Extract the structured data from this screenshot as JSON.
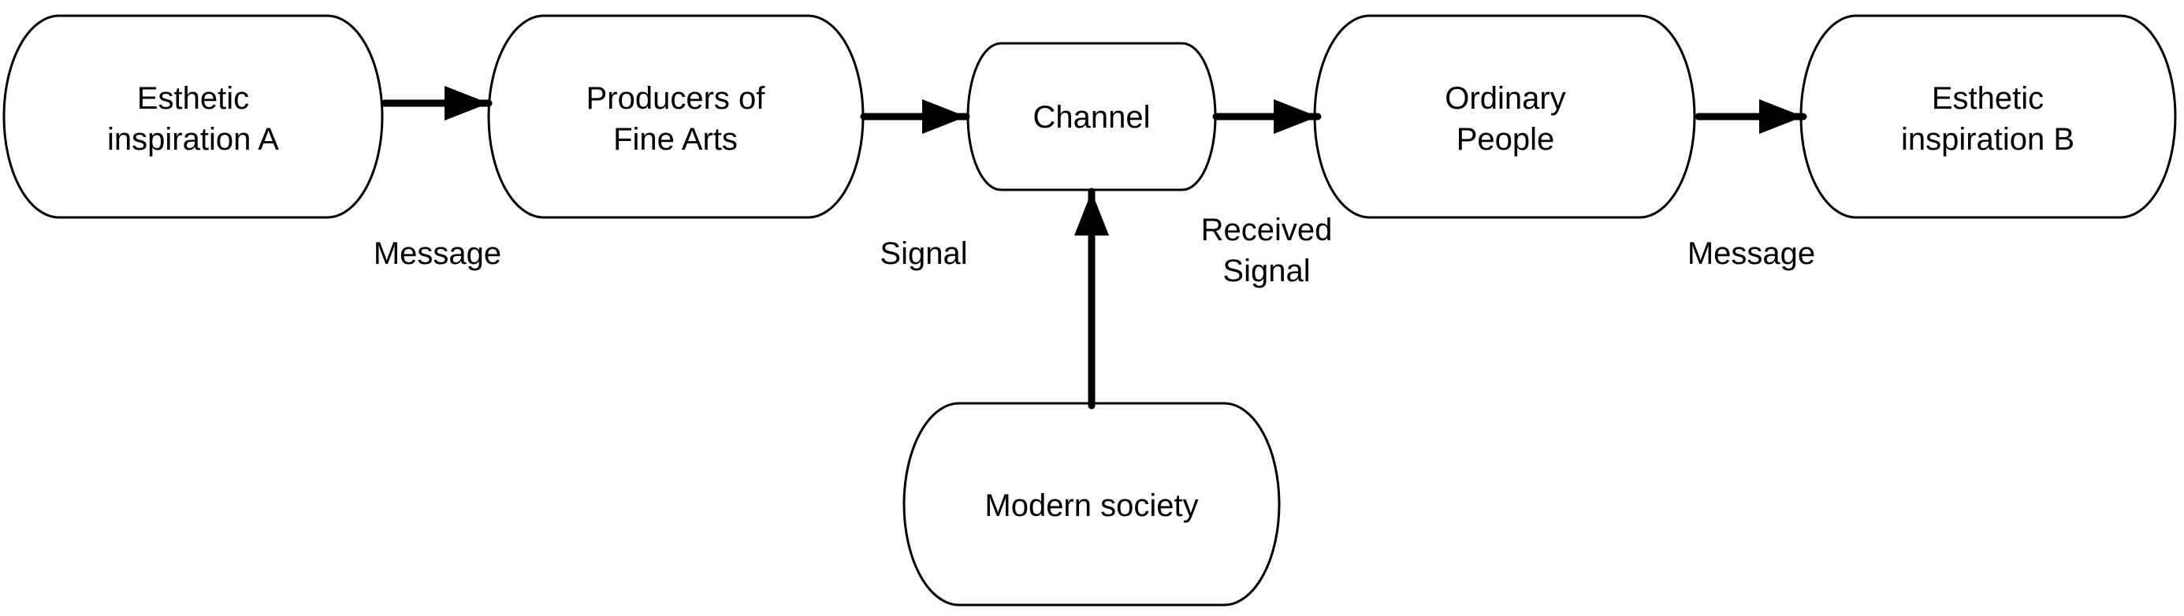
{
  "nodes": {
    "inspiration_a": [
      "Esthetic",
      "inspiration A"
    ],
    "producers": [
      "Producers of",
      "Fine Arts"
    ],
    "channel": [
      "Channel"
    ],
    "ordinary_people": [
      "Ordinary",
      "People"
    ],
    "inspiration_b": [
      "Esthetic",
      "inspiration B"
    ],
    "modern_society": [
      "Modern society"
    ]
  },
  "edges": {
    "message_1": [
      "Message"
    ],
    "signal": [
      "Signal"
    ],
    "received_signal": [
      "Received",
      "Signal"
    ],
    "message_2": [
      "Message"
    ]
  }
}
